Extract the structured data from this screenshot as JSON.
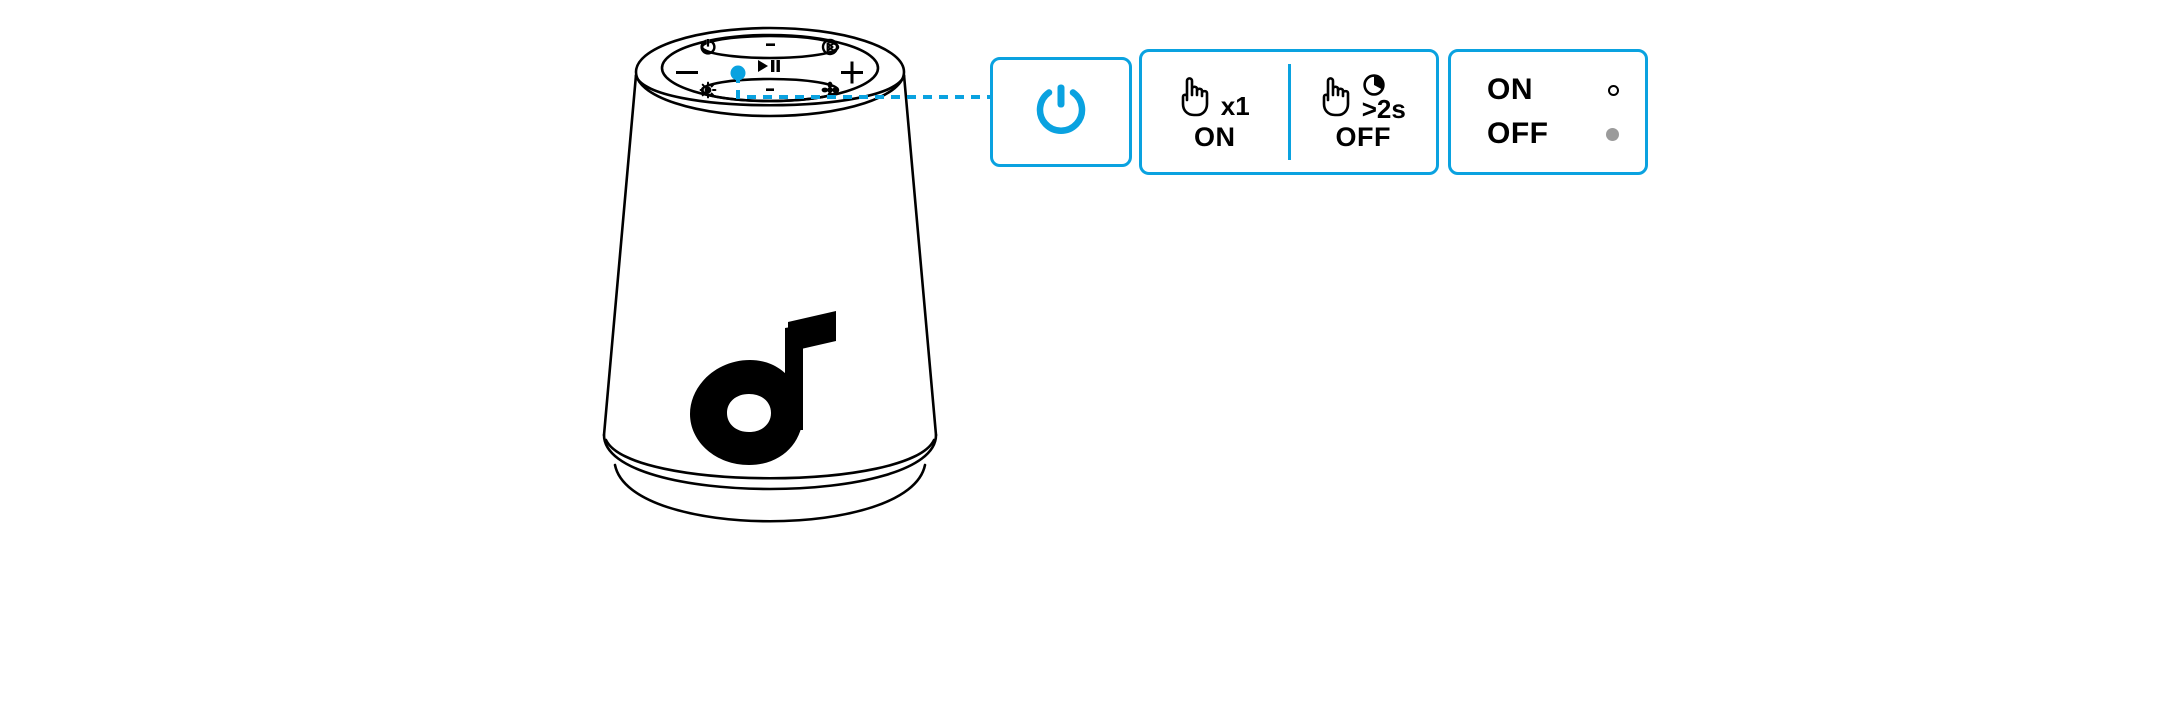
{
  "product": {
    "name": "soundcore-speaker",
    "brand_logo": "soundcore-logo",
    "top_panel": {
      "buttons": [
        {
          "name": "power-button",
          "glyph": "power-icon"
        },
        {
          "name": "bluetooth-button",
          "glyph": "bluetooth-icon"
        },
        {
          "name": "volume-down-button",
          "glyph": "minus-icon",
          "label": "—"
        },
        {
          "name": "play-pause-button",
          "glyph": "play-pause-icon",
          "label": "▶❙❙"
        },
        {
          "name": "volume-up-button",
          "glyph": "plus-icon",
          "label": "+"
        },
        {
          "name": "light-mode-button",
          "glyph": "sun-icon"
        },
        {
          "name": "light-effect-button",
          "glyph": "flower-icon"
        }
      ]
    }
  },
  "connector": {
    "name": "callout-leader-line",
    "style": "dashed",
    "color": "#0aa2e0"
  },
  "cards": {
    "power": {
      "icon": "power-icon",
      "accent": "#0aa2e0"
    },
    "actions": {
      "accent": "#0aa2e0",
      "columns": [
        {
          "gesture_icon": "pointing-hand-icon",
          "count": "x1",
          "result": "ON"
        },
        {
          "gesture_icon": "pointing-hand-icon",
          "timer_icon": "clock-icon",
          "duration": ">2s",
          "result": "OFF"
        }
      ]
    },
    "status": {
      "accent": "#0aa2e0",
      "rows": [
        {
          "label": "ON",
          "led": "hollow",
          "led_color": "#000000"
        },
        {
          "label": "OFF",
          "led": "filled",
          "led_color": "#9b9b9b"
        }
      ]
    }
  },
  "colors": {
    "accent": "#0aa2e0",
    "outline": "#000000",
    "led_off": "#9b9b9b",
    "background": "#ffffff"
  }
}
